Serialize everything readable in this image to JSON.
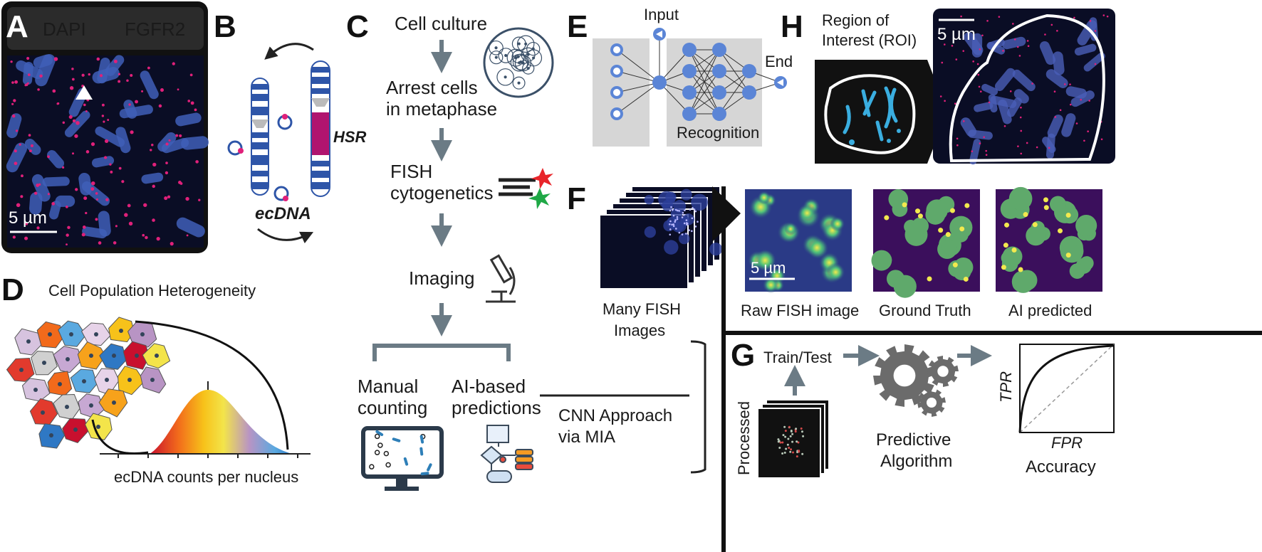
{
  "panels": {
    "A": "A",
    "B": "B",
    "C": "C",
    "D": "D",
    "E": "E",
    "F": "F",
    "G": "G",
    "H": "H"
  },
  "panel_a": {
    "legend_dapi": "DAPI",
    "legend_fgfr2": "FGFR2",
    "scale": "5 µm",
    "colors": {
      "dapi": "#3f5fb8",
      "fgfr2": "#e0207a"
    }
  },
  "panel_b": {
    "hsr": "HSR",
    "ecdna": "ecDNA",
    "colors": {
      "band": "#2e55a8",
      "hsr": "#b0146f"
    }
  },
  "panel_c": {
    "steps": [
      "Cell culture",
      "Arrest cells",
      "in metaphase",
      "FISH",
      "cytogenetics",
      "Imaging"
    ],
    "manual_1": "Manual",
    "manual_2": "counting",
    "ai_1": "AI-based",
    "ai_2": "predictions",
    "cnn_1": "CNN Approach",
    "cnn_2": "via MIA"
  },
  "panel_d": {
    "title": "Cell Population Heterogeneity",
    "xlabel": "ecDNA counts per nucleus"
  },
  "panel_e": {
    "input": "Input",
    "end": "End",
    "recognition": "Recognition"
  },
  "panel_f": {
    "many_1": "Many FISH",
    "many_2": "Images",
    "scale": "5 µm",
    "captions": [
      "Raw FISH image",
      "Ground Truth",
      "AI predicted"
    ]
  },
  "panel_g": {
    "train_test": "Train/Test",
    "processed": "Processed",
    "predictive_1": "Predictive",
    "predictive_2": "Algorithm",
    "tpr": "TPR",
    "fpr": "FPR",
    "accuracy": "Accuracy"
  },
  "panel_h": {
    "roi_1": "Region of",
    "roi_2": "Interest (ROI)",
    "scale": "5 µm"
  }
}
